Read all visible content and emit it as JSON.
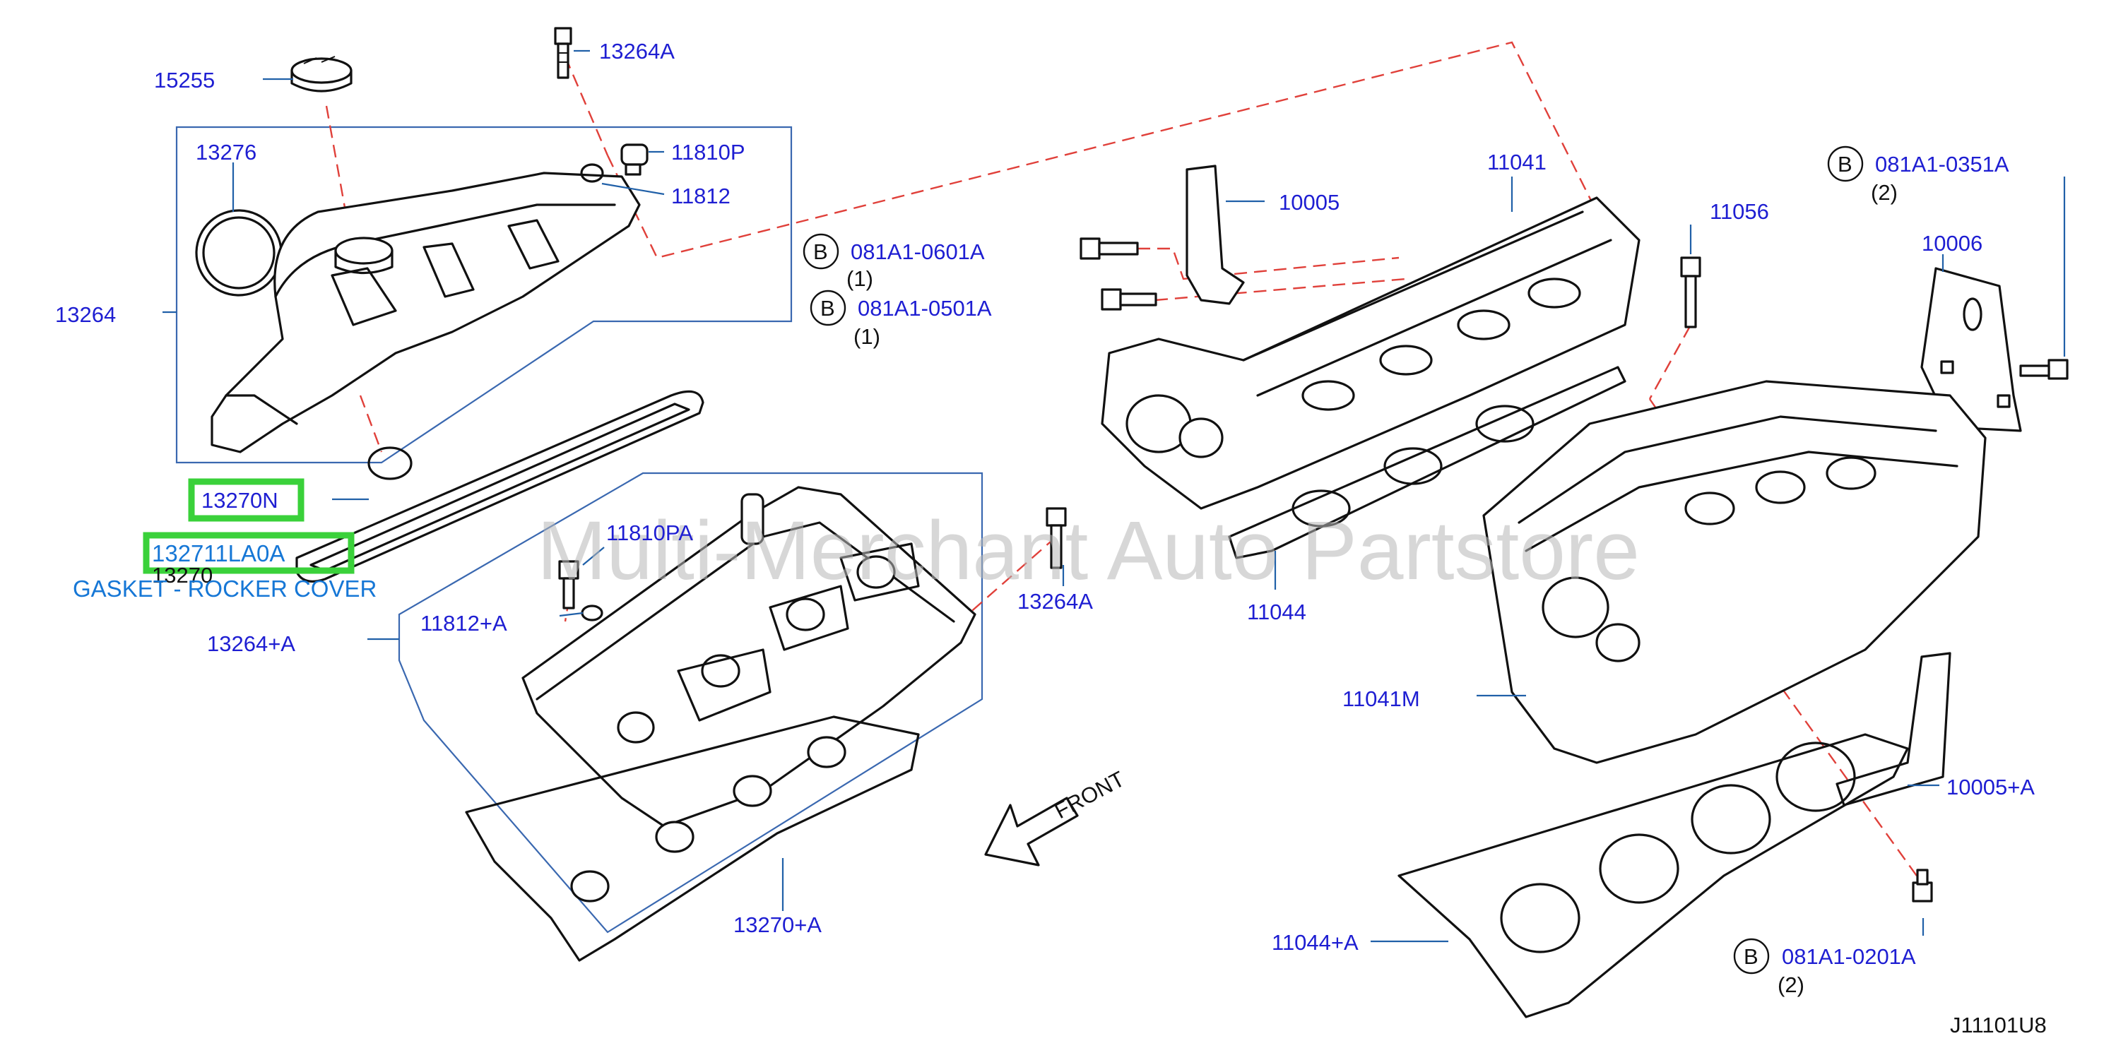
{
  "diagram": {
    "labels": {
      "p15255": "15255",
      "p13264A_top": "13264A",
      "p11810P": "11810P",
      "p11812": "11812",
      "p13276": "13276",
      "p13264": "13264",
      "p13270N": "13270N",
      "p132711LA0A": "132711LA0A",
      "p13270": "13270",
      "p11810PA": "11810PA",
      "p11812A": "11812+A",
      "p13264plusA": "13264+A",
      "p13264A_mid": "13264A",
      "p13270plusA": "13270+A",
      "p10005": "10005",
      "p11041": "11041",
      "p11056": "11056",
      "p10006": "10006",
      "p11044": "11044",
      "p11041M": "11041M",
      "p10005plusA": "10005+A",
      "p11044plusA": "11044+A"
    },
    "bolts": [
      {
        "badge": "B",
        "code": "081A1-0601A",
        "qty": "(1)"
      },
      {
        "badge": "B",
        "code": "081A1-0501A",
        "qty": "(1)"
      },
      {
        "badge": "B",
        "code": "081A1-0351A",
        "qty": "(2)"
      },
      {
        "badge": "B",
        "code": "081A1-0201A",
        "qty": "(2)"
      }
    ],
    "highlight_caption": "GASKET - ROCKER COVER",
    "front_label": "FRONT",
    "diagram_ref": "J11101U8",
    "watermark": "Multi-Merchant Auto Partstore",
    "colors": {
      "label": "#1e1ed2",
      "highlight": "#3ad13a",
      "leader": "#2060a8",
      "dash": "#e0403a"
    }
  }
}
